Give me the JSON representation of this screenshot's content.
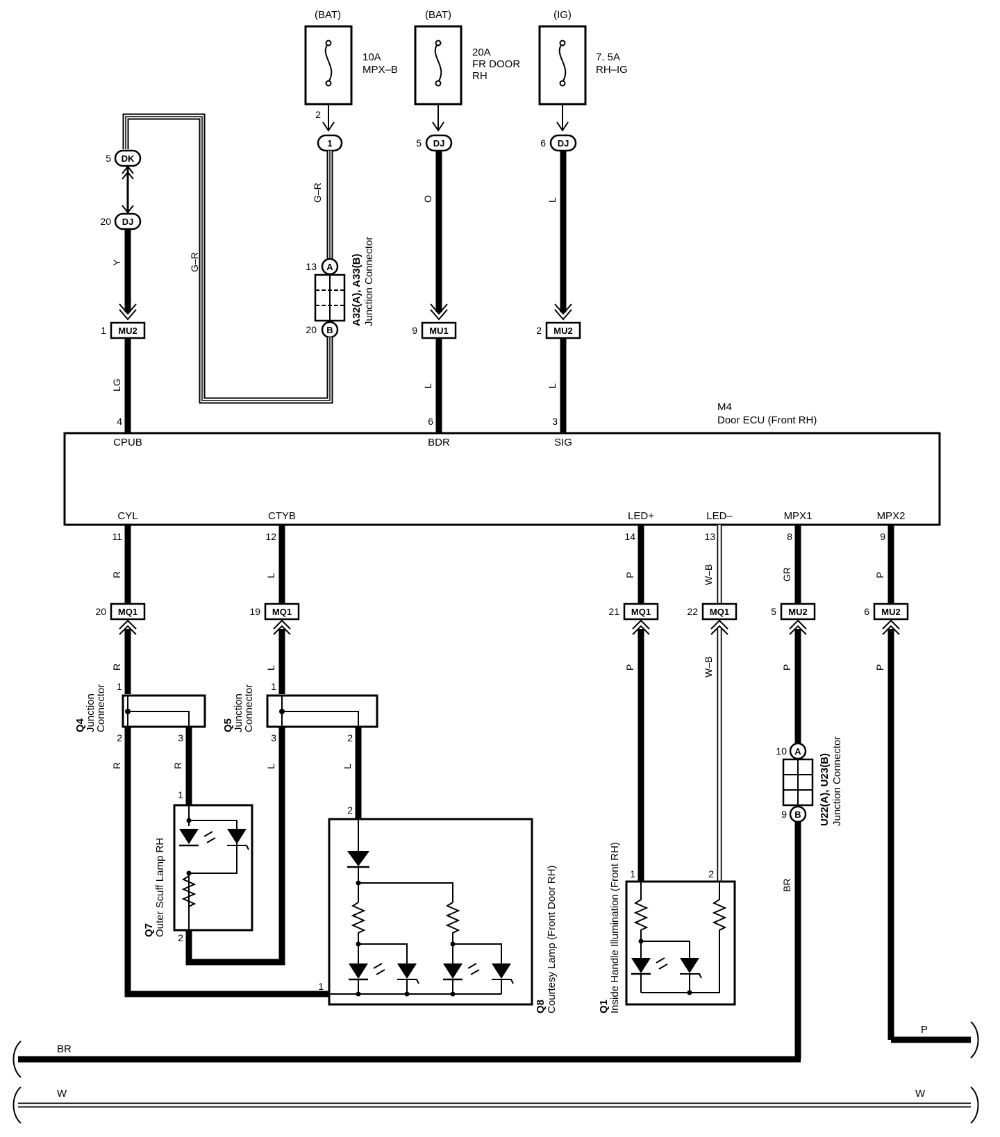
{
  "fuses": [
    {
      "source": "(BAT)",
      "rating": "10A",
      "name": "MPX–B",
      "name2": ""
    },
    {
      "source": "(BAT)",
      "rating": "20A",
      "name": "FR DOOR",
      "name2": "RH"
    },
    {
      "source": "(IG)",
      "rating": "7. 5A",
      "name": "RH–IG",
      "name2": ""
    }
  ],
  "ecu": {
    "code": "M4",
    "name": "Door ECU (Front RH)",
    "top_terminals": [
      {
        "name": "CPUB",
        "pin": "4"
      },
      {
        "name": "BDR",
        "pin": "6"
      },
      {
        "name": "SIG",
        "pin": "3"
      }
    ],
    "bottom_terminals": [
      {
        "name": "CYL",
        "pin": "11"
      },
      {
        "name": "CTYB",
        "pin": "12"
      },
      {
        "name": "LED+",
        "pin": "14"
      },
      {
        "name": "LED–",
        "pin": "13"
      },
      {
        "name": "MPX1",
        "pin": "8"
      },
      {
        "name": "MPX2",
        "pin": "9"
      }
    ]
  },
  "connectors": {
    "fuse1_out_pin": "2",
    "fuse1_conn": "1",
    "fuse2_conn": "DJ",
    "fuse2_pin": "5",
    "fuse3_conn": "DJ",
    "fuse3_pin": "6",
    "dk": "DK",
    "dk_pin": "5",
    "dj20": "DJ",
    "dj20_pin": "20",
    "mu2_1": "MU2",
    "mu2_1_pin": "1",
    "mu1_9": "MU1",
    "mu1_9_pin": "9",
    "mu2_2": "MU2",
    "mu2_2_pin": "2",
    "mq1_20": "MQ1",
    "mq1_20_pin": "20",
    "mq1_19": "MQ1",
    "mq1_19_pin": "19",
    "mq1_21": "MQ1",
    "mq1_21_pin": "21",
    "mq1_22": "MQ1",
    "mq1_22_pin": "22",
    "mu2_5": "MU2",
    "mu2_5_pin": "5",
    "mu2_6": "MU2",
    "mu2_6_pin": "6",
    "a_letter": "A",
    "b_letter": "B"
  },
  "junction_a32": {
    "label": "A32(A), A33(B)",
    "sub": "Junction Connector",
    "pin_a": "13",
    "pin_b": "20"
  },
  "junction_u22": {
    "label": "U22(A), U23(B)",
    "sub": "Junction Connector",
    "pin_a": "10",
    "pin_b": "9"
  },
  "wire_colors": {
    "g_r": "G–R",
    "o": "O",
    "l": "L",
    "y": "Y",
    "lg": "LG",
    "r": "R",
    "p": "P",
    "w_b": "W–B",
    "gr": "GR",
    "br": "BR",
    "w": "W"
  },
  "q4": {
    "code": "Q4",
    "name": "Junction",
    "name2": "Connector",
    "pin1": "1",
    "pin2": "2",
    "pin3": "3"
  },
  "q5": {
    "code": "Q5",
    "name": "Junction",
    "name2": "Connector",
    "pin1": "1",
    "pin2": "3",
    "pin3": "2"
  },
  "q7": {
    "code": "Q7",
    "name": "Outer Scuff Lamp RH",
    "pin1": "1",
    "pin2": "2"
  },
  "q8": {
    "code": "Q8",
    "name": "Courtesy Lamp (Front Door RH)",
    "pin1": "1",
    "pin2": "2"
  },
  "q1": {
    "code": "Q1",
    "name": "Inside Handle Illumination (Front RH)",
    "pin1": "1",
    "pin2": "2"
  },
  "buses": {
    "br": "BR",
    "p": "P",
    "w_left": "W",
    "w_right": "W"
  }
}
